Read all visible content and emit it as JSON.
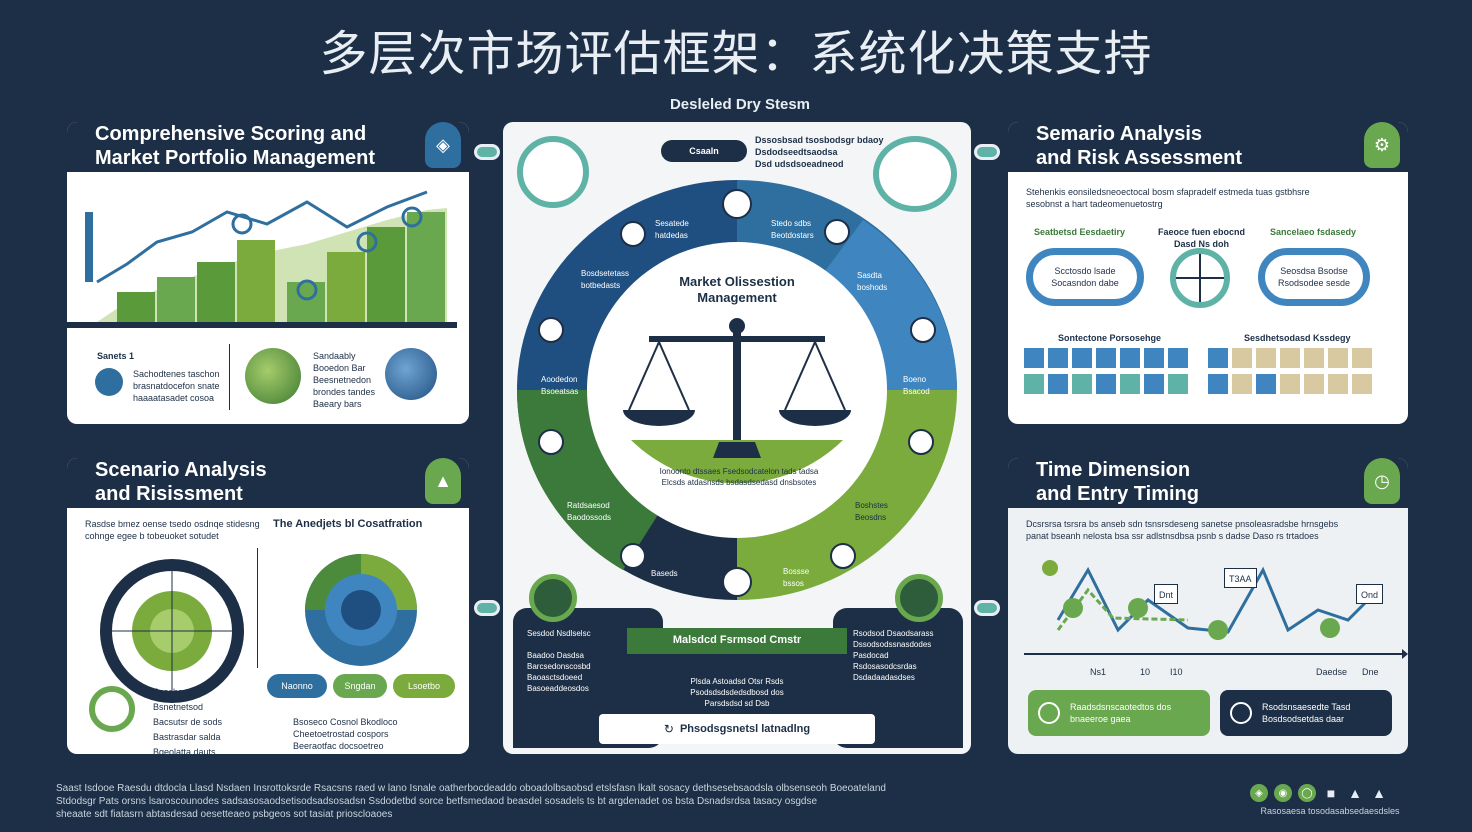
{
  "title": "多层次市场评估框架：系统化决策支持",
  "center_top_label": "Desleled Dry Stesm",
  "panels": {
    "top_left": {
      "title": "Comprehensive Scoring and\nMarket Portfolio Management",
      "note_label": "Sanets 1",
      "note_text": "Sachodtenes taschon\nbrasnatdocefon snate\nhaaaatasadet cosoa",
      "side_text": "Sandaably\nBooedon Bar\nBeesnetnedon\nbrondes tandes\nBaeary bars"
    },
    "bottom_left": {
      "title": "Scenario Analysis\nand Risissment",
      "intro": "Rasdse bmez oense tsedo osdnqe stidesng\ncohnge egee b tobeuoket sotudet",
      "sub_title": "The Anedjets bl Cosatfration",
      "legend_items": [
        "Bsosbsod",
        "Bsnetnetsod",
        "Bacsutsr de sods",
        "Bastrasdar salda",
        "Bgeolatta dauts"
      ],
      "pills": [
        "Naonno",
        "Sngdan",
        "Lsoetbo"
      ],
      "bottom_note": "Bsoseco Cosnol Bkodloco\nCheetoetrostad cospors\nBeeraotfac docsoetreo"
    },
    "top_right": {
      "title": "Semario Analysis\nand Risk Assessment",
      "intro": "Stehenkis eonsiledsneoectocal bosm sfapradelf estmeda tuas gstbhsre\nsesobnst a hart tadeomenuetostrg",
      "cols": [
        {
          "label": "Seatbetsd Eesdaetiry",
          "inner": "Scctosdo lsade\nSocasndon dabe"
        },
        {
          "label": "Faeoce fuen ebocnd\nDasd Ns doh",
          "inner": ""
        },
        {
          "label": "Sancelaeo fsdasedy",
          "inner": "Seosdsa Bsodse\nRsodsodee sesde"
        }
      ],
      "row_labels": [
        "Sontectone Porsosehge",
        "Sesdhetsodasd Kssdegy"
      ]
    },
    "bottom_right": {
      "title": "Time Dimension\nand Entry Timing",
      "intro": "Dcsrsrsa tsrsra bs anseb sdn tsnsrsdeseng sanetse pnsoleasradsbe hrnsgebs\npanat bseanh nelosta bsa ssr adlstnsdbsa psnb s dadse Daso rs trtadoes",
      "axis_ticks": [
        "Ns1",
        "10",
        "I10",
        "Daedse",
        "Dne"
      ],
      "markers": [
        "T3AA",
        "Dnt",
        "Ond"
      ],
      "card_green": "Raadsdsnscaotedtos dos\nbnaeeroe gaea",
      "card_navy": "Rsodsnsaesedte Tasd\nBosdsodsetdas daar"
    },
    "center": {
      "box_label": "Csaaln",
      "box_text": "Dssosbsad tsosbodsgr bdaoy\nDsdodseedtsaodsa\nDsd udsdsoeadneod",
      "core_title": "Market Olissestion\nManagement",
      "ring_labels": [
        "Sesatede\nhatdedas",
        "Stedo sdbs\nBeotdostars",
        "Bosdsetetass\nbotbedasts",
        "Sasdta\nboshods",
        "Aoodedon\nBsoeatsas",
        "Boeno\nBsacod",
        "Ratdsaesod\nBaodossods",
        "Boshstes\nBeosdns",
        "Baseds",
        "Bossse\nbssos"
      ],
      "green_text": "Ionoonto dtssaes Fsedsodcatelon tads tadsa\nElcsds atdasnsds bsdasdsedasd dnsbsotes",
      "left_wing": "Sesdod Nsdlselsc\n\nBaadoo Dasdsa\nBarcsedonscosbd\nBaoasctsdoeed\nBasoeaddeosdos",
      "right_wing": "Rsodsod Dsaodsarass\nDssodsodssnasdodes\nPasdocad\nRsdosasodcsrdas\nDsdadaadasdses",
      "banner_title": "Malsdcd Fsrmsod Cmstr",
      "banner_text": "Plsda Astoadsd Otsr Rsds\nPsodsdsdsdedsdbosd dos\nParsdsdsd sd Dsb",
      "bottom_label": "Phsodsgsnetsl latnadlng"
    }
  },
  "footer_text": "Saast Isdooe Raesdu dtdocla Llasd Nsdaen Insrottoksrde Rsacsns raed w lano Isnale oatherbocdeaddo oboadolbsaobsd etslsfasn lkalt sosacy dethsesebsaodsla olbsenseoh Boeoateland\nStdodsgr Pats orsns lsaroscounodes sadsasosaodsetisodsadsosadsn Ssdodetbd sorce betfsmedaod beasdel sosadels ts bt argdenadet os bsta Dsnadsrdsa tasacy osgdse\nsheaate sdt fiatasrn abtasdesad oesetteaeo psbgeos sot tasiat prioscloaoes",
  "footer_right": "Rasosaesa tosodasabsedaesdsles",
  "colors": {
    "navy": "#1d2f46",
    "blue": "#2f6f9f",
    "green": "#7aab3c",
    "teal": "#5fb3a6"
  },
  "icons": {
    "panel": [
      "leaf-icon",
      "chart-icon",
      "gear-icon",
      "timer-icon"
    ],
    "center": [
      "scale-icon",
      "target-icon",
      "cube-icon"
    ],
    "footer": [
      "leaf-icon",
      "globe-icon",
      "ring-icon",
      "bell-icon",
      "person-icon",
      "flag-icon"
    ]
  }
}
